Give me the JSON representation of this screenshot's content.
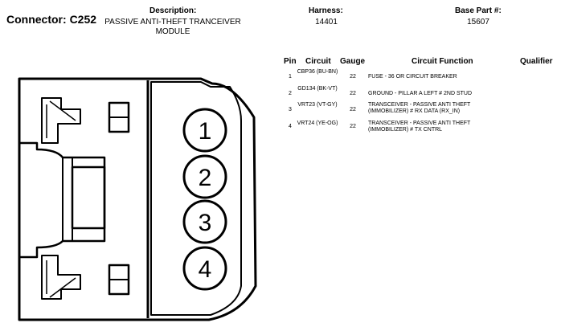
{
  "connector": {
    "label": "Connector:",
    "id": "C252"
  },
  "description": {
    "label": "Description:",
    "value": "PASSIVE ANTI-THEFT TRANCEIVER MODULE"
  },
  "harness": {
    "label": "Harness:",
    "value": "14401"
  },
  "base_part": {
    "label": "Base Part #:",
    "value": "15607"
  },
  "table": {
    "headers": {
      "pin": "Pin",
      "circuit": "Circuit",
      "gauge": "Gauge",
      "function": "Circuit Function",
      "qualifier": "Qualifier"
    },
    "rows": [
      {
        "pin": "1",
        "circuit": "CBP36 (BU-BN)",
        "gauge": "22",
        "function": "FUSE - 36 OR CIRCUIT BREAKER",
        "qualifier": ""
      },
      {
        "pin": "2",
        "circuit": "GD134 (BK-VT)",
        "gauge": "22",
        "function": "GROUND - PILLAR A LEFT # 2ND STUD",
        "qualifier": ""
      },
      {
        "pin": "3",
        "circuit": "VRT23 (VT-GY)",
        "gauge": "22",
        "function": "TRANSCEIVER - PASSIVE ANTI THEFT (IMMOBILIZER) # RX DATA (RX_IN)",
        "qualifier": ""
      },
      {
        "pin": "4",
        "circuit": "VRT24 (YE-OG)",
        "gauge": "22",
        "function": "TRANSCEIVER - PASSIVE ANTI THEFT (IMMOBILIZER) # TX CNTRL",
        "qualifier": ""
      }
    ]
  },
  "diagram": {
    "pins": [
      "1",
      "2",
      "3",
      "4"
    ]
  }
}
